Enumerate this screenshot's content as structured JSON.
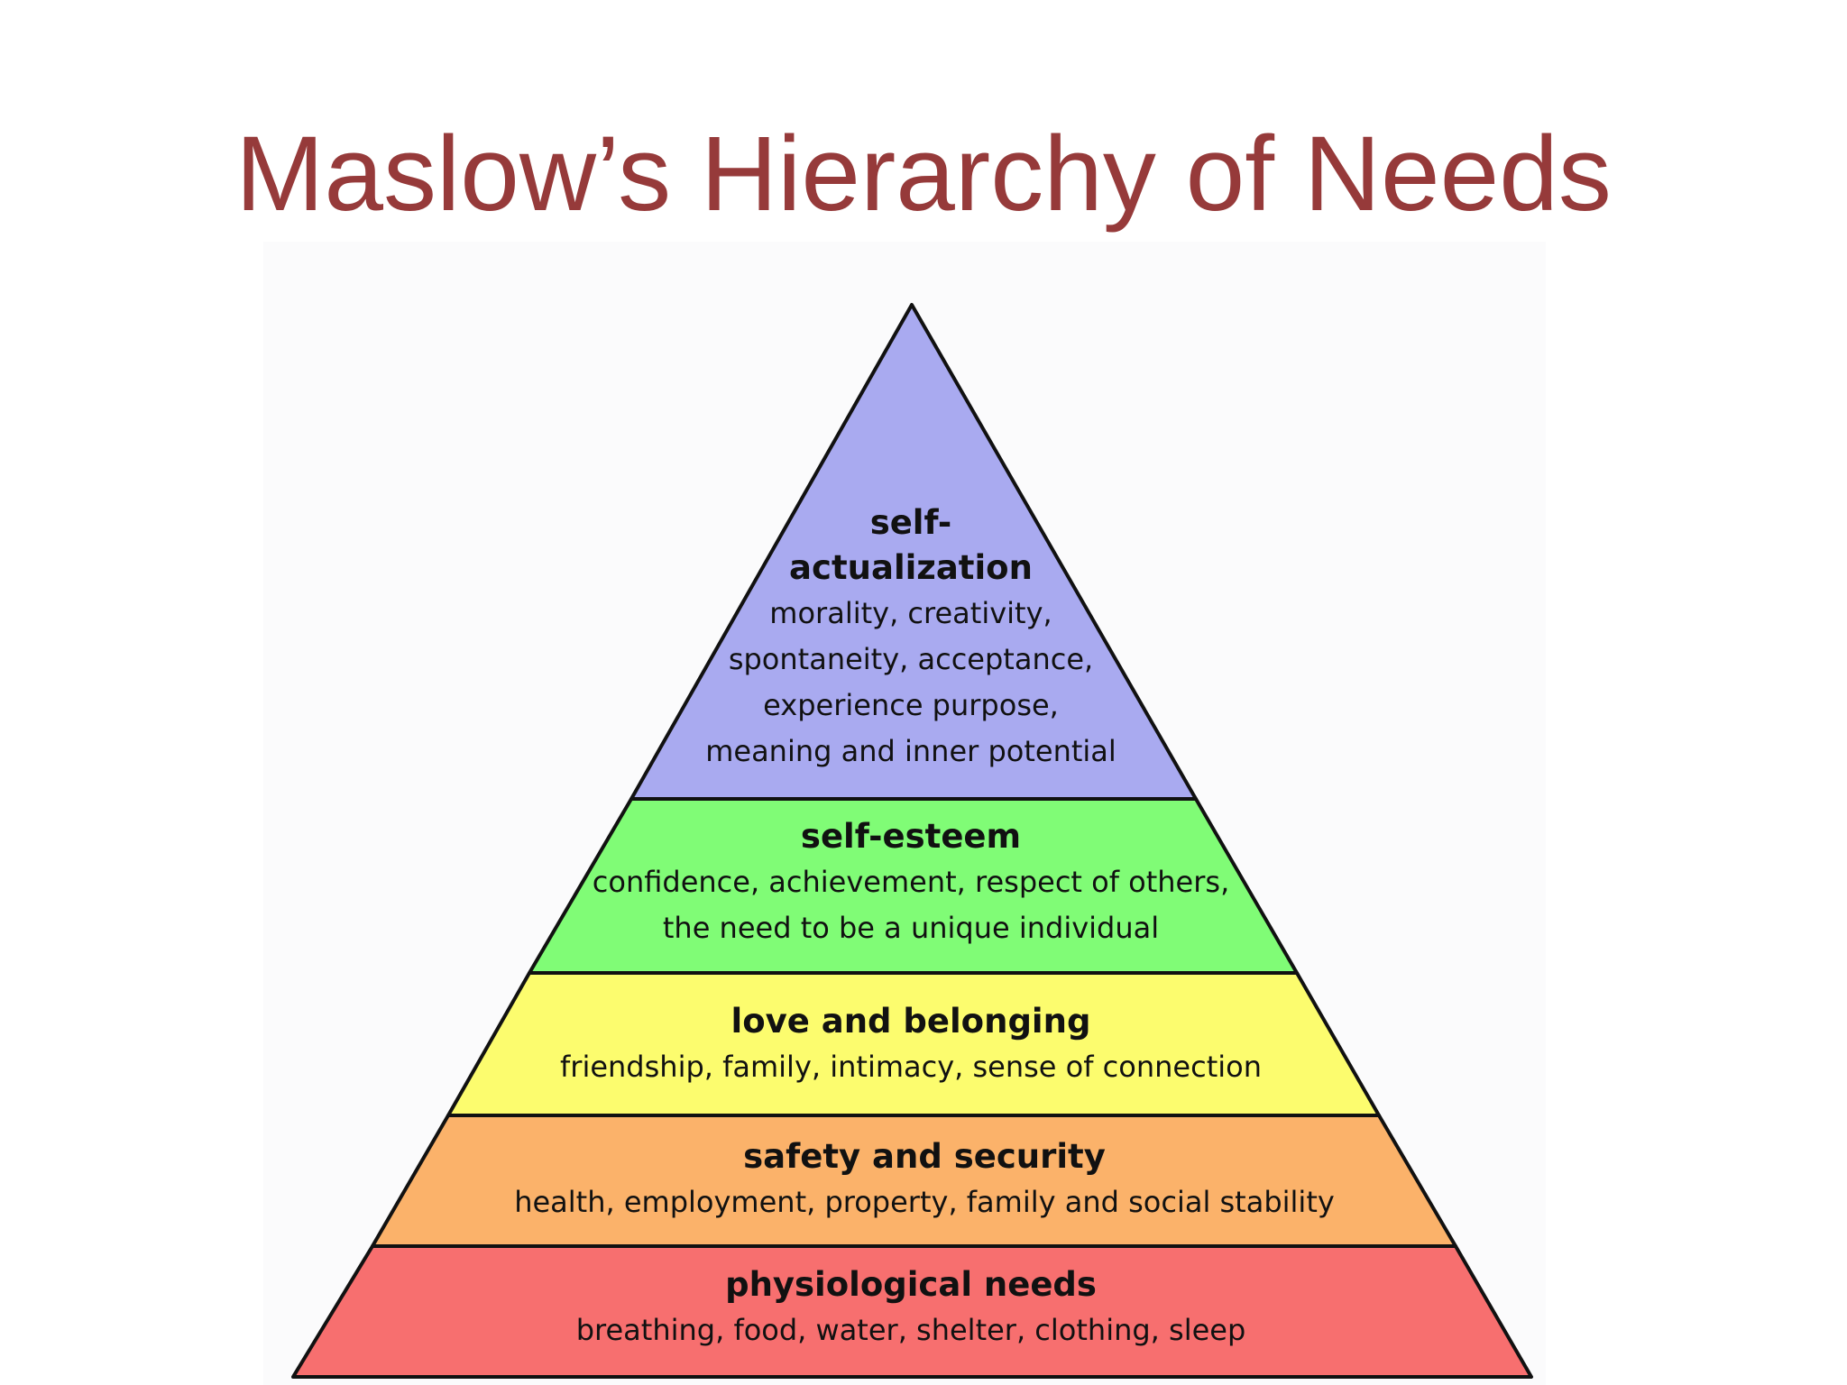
{
  "slide": {
    "title": "Maslow’s Hierarchy of Needs"
  },
  "pyramid": {
    "tiers": [
      {
        "name_line1": "self-",
        "name_line2": "actualization",
        "desc_line1": "morality, creativity,",
        "desc_line2": "spontaneity, acceptance,",
        "desc_line3": "experience purpose,",
        "desc_line4": "meaning and inner potential",
        "color": "#a9aaf0"
      },
      {
        "name": "self-esteem",
        "desc_line1": "confidence, achievement, respect of others,",
        "desc_line2": "the need to be a unique individual",
        "color": "#80fc76"
      },
      {
        "name": "love and belonging",
        "desc_line1": "friendship, family, intimacy, sense of connection",
        "color": "#fcfc6e"
      },
      {
        "name": "safety and security",
        "desc_line1": "health, employment, property, family and social stability",
        "color": "#fbb26a"
      },
      {
        "name": "physiological needs",
        "desc_line1": "breathing, food, water, shelter, clothing, sleep",
        "color": "#f76f6f"
      }
    ]
  }
}
